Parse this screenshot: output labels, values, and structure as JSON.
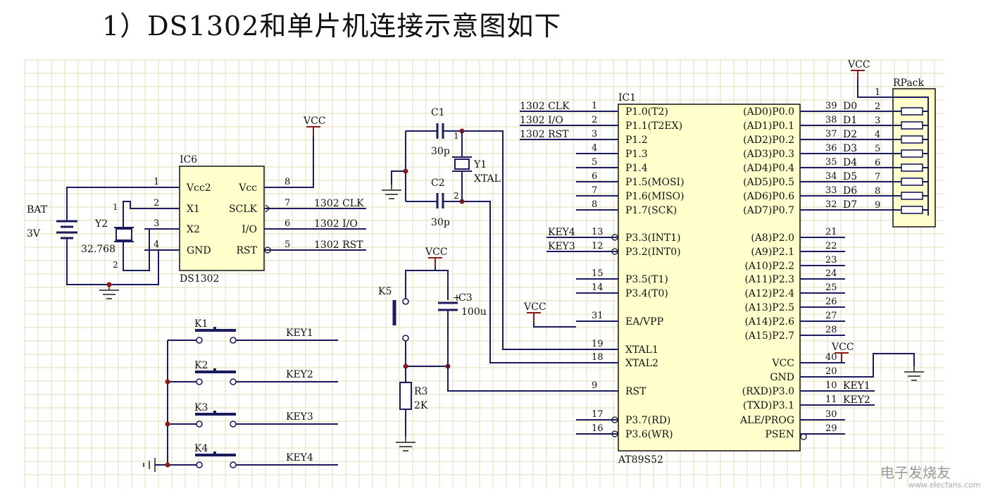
{
  "heading": "1）DS1302和单片机连接示意图如下",
  "colors": {
    "grid": "#e2ddb0",
    "chip_fill": "#ffffcc",
    "wire": "#1b1b60",
    "wire_red": "#8b1a1a"
  },
  "ic1": {
    "ref": "IC1",
    "part": "AT89S52",
    "left_pins": [
      {
        "num": "1",
        "name": "P1.0(T2)",
        "net": "1302 CLK"
      },
      {
        "num": "2",
        "name": "P1.1(T2EX)",
        "net": "1302 I/O"
      },
      {
        "num": "3",
        "name": "P1.2",
        "net": "1302 RST"
      },
      {
        "num": "4",
        "name": "P1.3",
        "net": ""
      },
      {
        "num": "5",
        "name": "P1.4",
        "net": ""
      },
      {
        "num": "6",
        "name": "P1.5(MOSI)",
        "net": ""
      },
      {
        "num": "7",
        "name": "P1.6(MISO)",
        "net": ""
      },
      {
        "num": "8",
        "name": "P1.7(SCK)",
        "net": ""
      },
      {
        "num": "13",
        "name": "P3.3(INT1)",
        "net": "KEY4"
      },
      {
        "num": "12",
        "name": "P3.2(INT0)",
        "net": "KEY3"
      },
      {
        "num": "15",
        "name": "P3.5(T1)",
        "net": ""
      },
      {
        "num": "14",
        "name": "P3.4(T0)",
        "net": ""
      },
      {
        "num": "31",
        "name": "EA/VPP",
        "net": "VCC"
      },
      {
        "num": "19",
        "name": "XTAL1",
        "net": ""
      },
      {
        "num": "18",
        "name": "XTAL2",
        "net": ""
      },
      {
        "num": "9",
        "name": "RST",
        "net": ""
      },
      {
        "num": "17",
        "name": "P3.7(RD)",
        "net": ""
      },
      {
        "num": "16",
        "name": "P3.6(WR)",
        "net": ""
      }
    ],
    "right_pins": [
      {
        "num": "39",
        "name": "(AD0)P0.0",
        "net": "D0"
      },
      {
        "num": "38",
        "name": "(AD1)P0.1",
        "net": "D1"
      },
      {
        "num": "37",
        "name": "(AD2)P0.2",
        "net": "D2"
      },
      {
        "num": "36",
        "name": "(AD3)P0.3",
        "net": "D3"
      },
      {
        "num": "35",
        "name": "(AD4)P0.4",
        "net": "D4"
      },
      {
        "num": "34",
        "name": "(AD5)P0.5",
        "net": "D5"
      },
      {
        "num": "33",
        "name": "(AD6)P0.6",
        "net": "D6"
      },
      {
        "num": "32",
        "name": "(AD7)P0.7",
        "net": "D7"
      },
      {
        "num": "21",
        "name": "(A8)P2.0",
        "net": ""
      },
      {
        "num": "22",
        "name": "(A9)P2.1",
        "net": ""
      },
      {
        "num": "23",
        "name": "(A10)P2.2",
        "net": ""
      },
      {
        "num": "24",
        "name": "(A11)P2.3",
        "net": ""
      },
      {
        "num": "25",
        "name": "(A12)P2.4",
        "net": ""
      },
      {
        "num": "26",
        "name": "(A13)P2.5",
        "net": ""
      },
      {
        "num": "27",
        "name": "(A14)P2.6",
        "net": ""
      },
      {
        "num": "28",
        "name": "(A15)P2.7",
        "net": ""
      },
      {
        "num": "40",
        "name": "VCC",
        "net": "VCC"
      },
      {
        "num": "20",
        "name": "GND",
        "net": ""
      },
      {
        "num": "10",
        "name": "(RXD)P3.0",
        "net": "KEY1"
      },
      {
        "num": "11",
        "name": "(TXD)P3.1",
        "net": "KEY2"
      },
      {
        "num": "30",
        "name": "ALE/PROG",
        "net": ""
      },
      {
        "num": "29",
        "name": "PSEN",
        "net": ""
      }
    ]
  },
  "ic6": {
    "ref": "IC6",
    "part": "DS1302",
    "left_pins": [
      {
        "num": "1",
        "name": "Vcc2"
      },
      {
        "num": "2",
        "name": "X1"
      },
      {
        "num": "3",
        "name": "X2"
      },
      {
        "num": "4",
        "name": "GND"
      }
    ],
    "right_pins": [
      {
        "num": "8",
        "name": "Vcc",
        "net": ""
      },
      {
        "num": "7",
        "name": "SCLK",
        "net": "1302 CLK"
      },
      {
        "num": "6",
        "name": "I/O",
        "net": "1302 I/O"
      },
      {
        "num": "5",
        "name": "RST",
        "net": "1302 RST"
      }
    ]
  },
  "rpack": {
    "ref": "RPack",
    "pins": [
      "1",
      "2",
      "3",
      "4",
      "5",
      "6",
      "7",
      "8",
      "9"
    ]
  },
  "bat": {
    "ref": "BAT",
    "value": "3V"
  },
  "y2": {
    "ref": "Y2",
    "value": "32.768",
    "pin_a": "1",
    "pin_b": "2"
  },
  "y1": {
    "ref": "Y1",
    "value": "XTAL",
    "pin_a": "1",
    "pin_b": "2"
  },
  "c1": {
    "ref": "C1",
    "value": "30p"
  },
  "c2": {
    "ref": "C2",
    "value": "30p"
  },
  "c3": {
    "ref": "C3",
    "value": "100u",
    "polarity": "+"
  },
  "r3": {
    "ref": "R3",
    "value": "2K"
  },
  "k5": {
    "ref": "K5"
  },
  "keys": [
    {
      "ref": "K1",
      "net": "KEY1"
    },
    {
      "ref": "K2",
      "net": "KEY2"
    },
    {
      "ref": "K3",
      "net": "KEY3"
    },
    {
      "ref": "K4",
      "net": "KEY4"
    }
  ],
  "power": {
    "vcc": "VCC"
  },
  "watermark": {
    "title": "电子发烧友",
    "sub": "www.elecfans.com"
  }
}
